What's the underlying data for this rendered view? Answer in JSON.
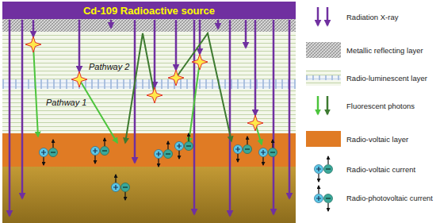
{
  "diagram": {
    "nodes": [
      {
        "text": [
          "Cd-109 Radioactive source"
        ]
      }
    ],
    "labels": [
      "Pathway 2",
      "Pathway 1"
    ],
    "legend": [
      {
        "text": "Radiation X-ray"
      },
      {
        "text": "Metallic reflecting layer"
      },
      {
        "text": "Radio-luminescent layer"
      },
      {
        "text": "Fluorescent photons"
      },
      {
        "text": "Radio-voltaic layer",
        "color": "#e07b24"
      },
      {
        "text": "Radio-voltaic current"
      },
      {
        "text": "Radio-photovoltaic current"
      }
    ]
  }
}
